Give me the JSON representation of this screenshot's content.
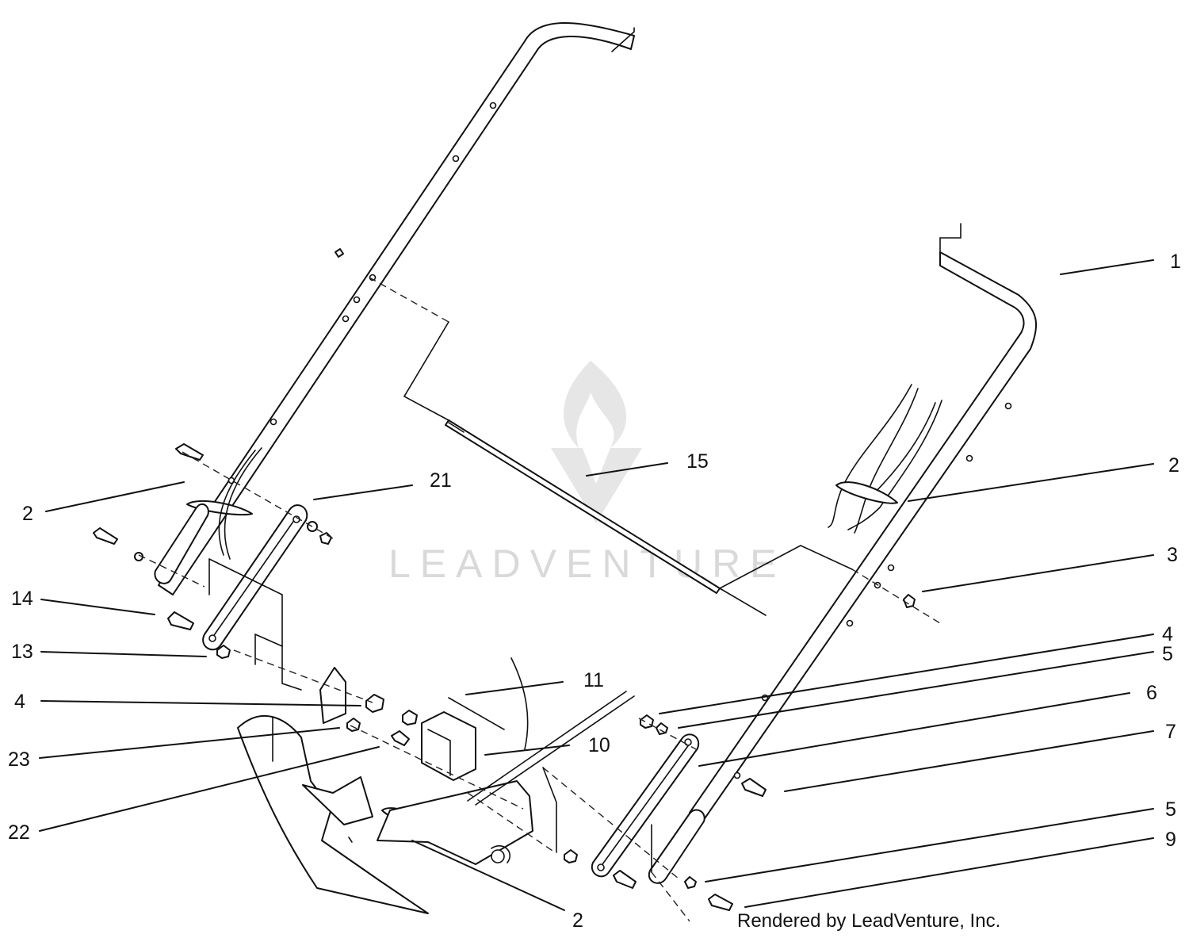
{
  "callouts": [
    {
      "id": "c1",
      "label": "1"
    },
    {
      "id": "c2a",
      "label": "2"
    },
    {
      "id": "c3",
      "label": "3"
    },
    {
      "id": "c4a",
      "label": "4"
    },
    {
      "id": "c5a",
      "label": "5"
    },
    {
      "id": "c6",
      "label": "6"
    },
    {
      "id": "c7",
      "label": "7"
    },
    {
      "id": "c5b",
      "label": "5"
    },
    {
      "id": "c9",
      "label": "9"
    },
    {
      "id": "c2b",
      "label": "2"
    },
    {
      "id": "c14",
      "label": "14"
    },
    {
      "id": "c13",
      "label": "13"
    },
    {
      "id": "c4b",
      "label": "4"
    },
    {
      "id": "c23",
      "label": "23"
    },
    {
      "id": "c22",
      "label": "22"
    },
    {
      "id": "c15",
      "label": "15"
    },
    {
      "id": "c21",
      "label": "21"
    },
    {
      "id": "c11",
      "label": "11"
    },
    {
      "id": "c10",
      "label": "10"
    },
    {
      "id": "c2c",
      "label": "2"
    }
  ],
  "credit": "Rendered by LeadVenture, Inc.",
  "watermark": "LEADVENTURE"
}
